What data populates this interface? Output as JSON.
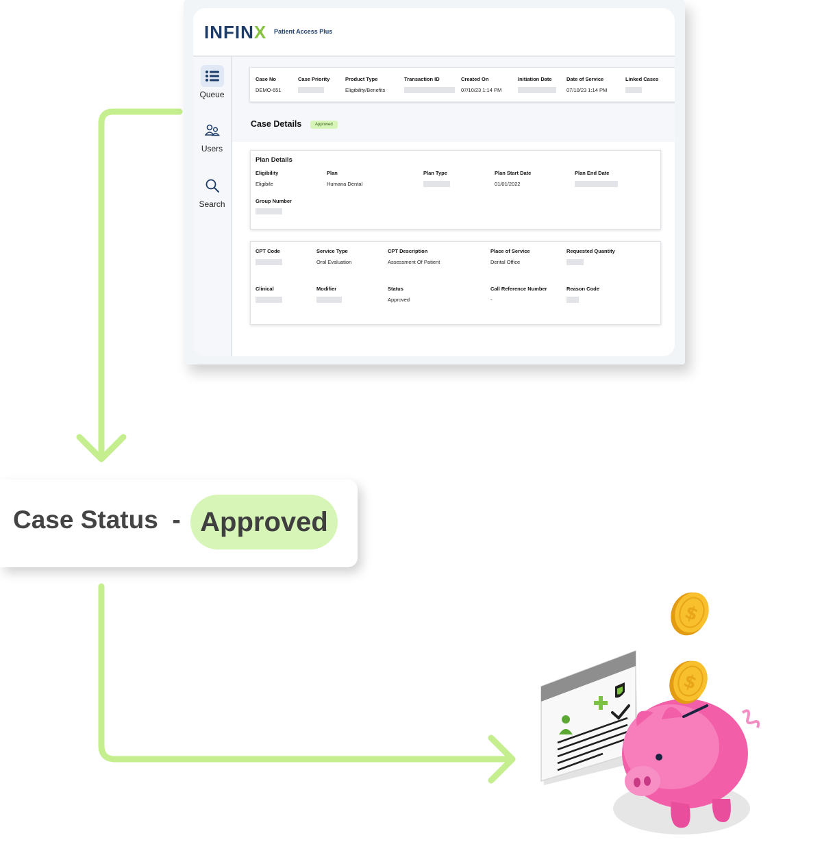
{
  "app": {
    "logo": {
      "main": "INFIN",
      "accent": "X",
      "subtitle": "Patient Access Plus"
    },
    "nav": [
      {
        "label": "Queue",
        "icon": "list-icon",
        "active": true
      },
      {
        "label": "Users",
        "icon": "users-icon",
        "active": false
      },
      {
        "label": "Search",
        "icon": "search-icon",
        "active": false
      }
    ],
    "case_info": {
      "columns": [
        {
          "label": "Case No",
          "value": "DEMO-651"
        },
        {
          "label": "Case Priority",
          "value": ""
        },
        {
          "label": "Product Type",
          "value": "Eligibility/Benefits"
        },
        {
          "label": "Transaction ID",
          "value": ""
        },
        {
          "label": "Created On",
          "value": "07/10/23 1:14 PM"
        },
        {
          "label": "Initiation Date",
          "value": ""
        },
        {
          "label": "Date of Service",
          "value": "07/10/23 1:14 PM"
        },
        {
          "label": "Linked Cases",
          "value": ""
        }
      ]
    },
    "case_details": {
      "title": "Case Details",
      "badge": "Approved"
    },
    "plan_details": {
      "title": "Plan Details",
      "fields": [
        {
          "label": "Eligibility",
          "value": "Eligibile"
        },
        {
          "label": "Plan",
          "value": "Humana Dental"
        },
        {
          "label": "Plan Type",
          "value": ""
        },
        {
          "label": "Plan Start Date",
          "value": "01/01/2022"
        },
        {
          "label": "Plan End Date",
          "value": ""
        },
        {
          "label": "Group Number",
          "value": ""
        }
      ]
    },
    "service_details": {
      "fields": [
        {
          "label": "CPT Code",
          "value": ""
        },
        {
          "label": "Service Type",
          "value": "Oral Evaluation"
        },
        {
          "label": "CPT Description",
          "value": "Assessment Of Patient"
        },
        {
          "label": "Place of Service",
          "value": "Dental Office"
        },
        {
          "label": "Requested Quantity",
          "value": ""
        },
        {
          "label": "Clinical",
          "value": ""
        },
        {
          "label": "Modifier",
          "value": ""
        },
        {
          "label": "Status",
          "value": "Approved"
        },
        {
          "label": "Call Reference Number",
          "value": "-"
        },
        {
          "label": "Reason Code",
          "value": ""
        }
      ]
    }
  },
  "callout": {
    "label": "Case Status",
    "separator": "-",
    "status": "Approved"
  },
  "colors": {
    "brand_navy": "#1d3c67",
    "brand_green": "#86c440",
    "flow_line": "#c5ee8e",
    "approved_bg": "#d8f5b8",
    "piggy_pink": "#f25fa8",
    "coin_gold": "#f4b61c"
  },
  "illustration": {
    "icons": [
      "insurance-card-icon",
      "piggy-bank-icon",
      "coin-icon"
    ]
  }
}
